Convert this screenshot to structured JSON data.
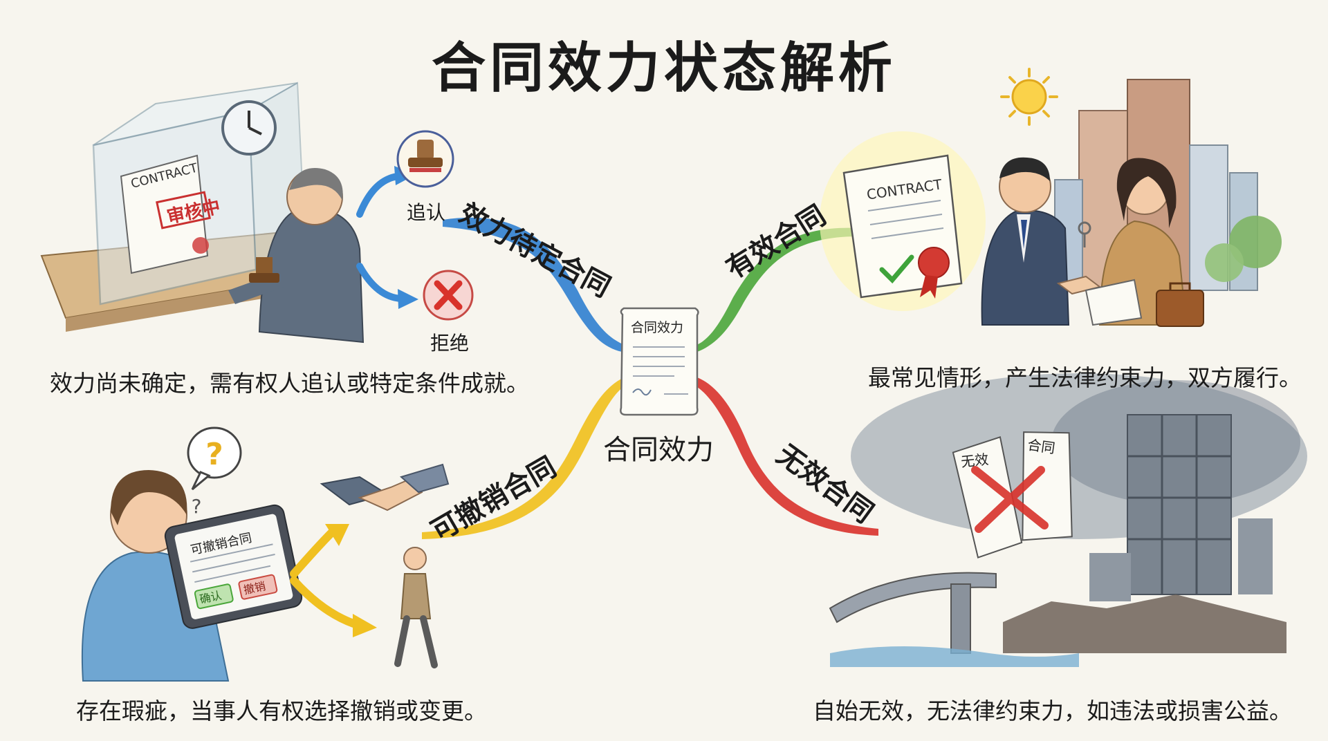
{
  "title": "合同效力状态解析",
  "center": {
    "label": "合同效力",
    "document_label": "合同效力"
  },
  "branches": {
    "pending": {
      "label": "效力待定合同",
      "description": "效力尚未确定，需有权人追认或特定条件成就。",
      "option_ratify": "追认",
      "option_reject": "拒绝",
      "contract_title": "CONTRACT",
      "stamp_text": "审核中",
      "color": "#2f7fcf"
    },
    "valid": {
      "label": "有效合同",
      "description": "最常见情形，产生法律约束力，双方履行。",
      "contract_title": "CONTRACT",
      "color": "#4aa63a"
    },
    "voidable": {
      "label": "可撤销合同",
      "description": "存在瑕疵，当事人有权选择撤销或变更。",
      "tablet_title": "可撤销合同",
      "button_confirm": "确认",
      "button_revoke": "撤销",
      "color": "#f0c020"
    },
    "void": {
      "label": "无效合同",
      "description": "自始无效，无法律约束力，如违法或损害公益。",
      "paper_left": "无效",
      "paper_right": "合同",
      "color": "#d8322b"
    }
  },
  "icons": [
    "clock-icon",
    "stamp-icon",
    "reject-x-icon",
    "question-icon",
    "sun-icon",
    "seal-icon",
    "check-icon",
    "key-icon",
    "handshake-icon",
    "briefcase-icon"
  ]
}
